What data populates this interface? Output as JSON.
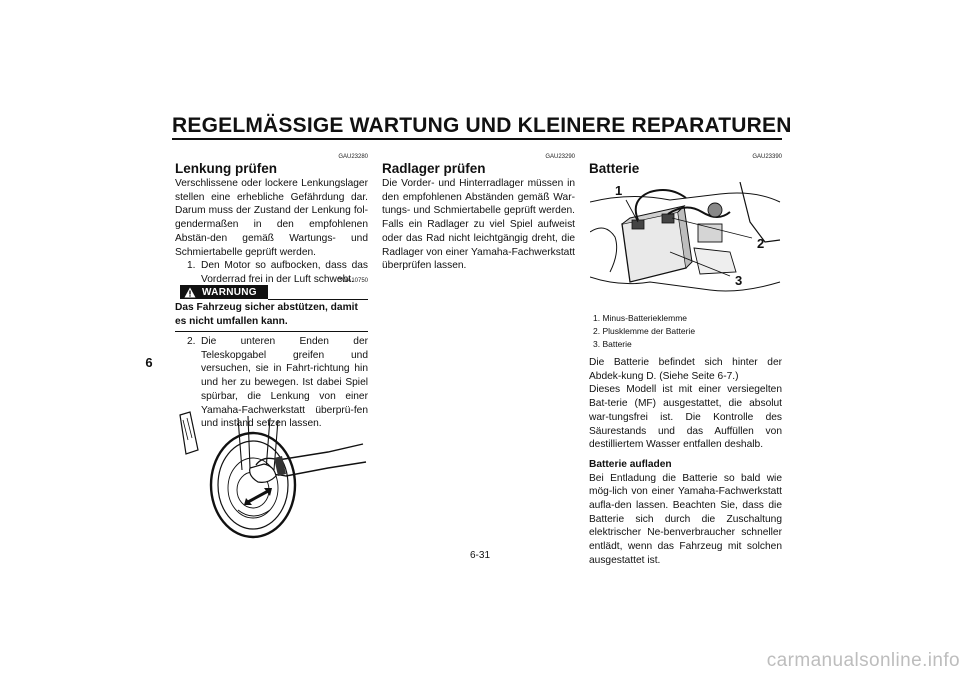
{
  "header": {
    "title": "REGELMÄSSIGE WARTUNG UND KLEINERE REPARATUREN"
  },
  "chapter_tab": "6",
  "footer": {
    "page_number": "6-31"
  },
  "watermark": "carmanualsonline.info",
  "left": {
    "code1": "GAU23280",
    "heading": "Lenkung prüfen",
    "intro": "Verschlissene oder lockere Lenkungslager stellen eine erhebliche Gefährdung dar. Darum muss der Zustand der Lenkung fol-gendermaßen in den empfohlenen Abstän-den gemäß Wartungs- und Schmierta­belle geprüft werden.",
    "step1_num": "1.",
    "step1": "Den Motor so aufbocken, dass das Vorderrad frei in der Luft schwebt.",
    "code2": "GWA10750",
    "warning_label": "WARNUNG",
    "warning_text": "Das Fahrzeug sicher abstützen, damit es nicht umfallen kann.",
    "step2_num": "2.",
    "step2": "Die unteren Enden der Teleskopgabel greifen und versuchen, sie in Fahrt-richtung hin und her zu bewegen. Ist dabei Spiel spürbar, die Lenkung von einer Yamaha-Fachwerkstatt überprü-fen und instand setzen lassen."
  },
  "middle": {
    "code": "GAU23290",
    "heading": "Radlager prüfen",
    "text": "Die Vorder- und Hinterradlager müssen in den empfohlenen Abständen gemäß War-tungs- und Schmiertabelle geprüft werden. Falls ein Radlager zu viel Spiel aufweist oder das Rad nicht leichtgängig dreht, die Radlager von einer Yamaha-Fachwerkstatt überprüfen lassen."
  },
  "right": {
    "code": "GAU23390",
    "heading": "Batterie",
    "callouts": [
      "1",
      "2",
      "3"
    ],
    "captions": [
      "1. Minus-Batterieklemme",
      "2. Plusklemme der Batterie",
      "3. Batterie"
    ],
    "para1": "Die Batterie befindet sich hinter der Abdek-kung D. (Siehe Seite 6-7.)",
    "para2": "Dieses Modell ist mit einer versiegelten Bat-terie (MF) ausgestattet, die absolut war-tungsfrei ist. Die Kontrolle des Säurestands und das Auffüllen von destilliertem Wasser entfallen deshalb.",
    "subheading": "Batterie aufladen",
    "para3": "Bei Entladung die Batterie so bald wie mög-lich von einer Yamaha-Fachwerkstatt aufla-den lassen. Beachten Sie, dass die Batterie sich durch die Zuschaltung elektrischer Ne-benverbraucher schneller entlädt, wenn das Fahrzeug mit solchen ausgestattet ist."
  }
}
